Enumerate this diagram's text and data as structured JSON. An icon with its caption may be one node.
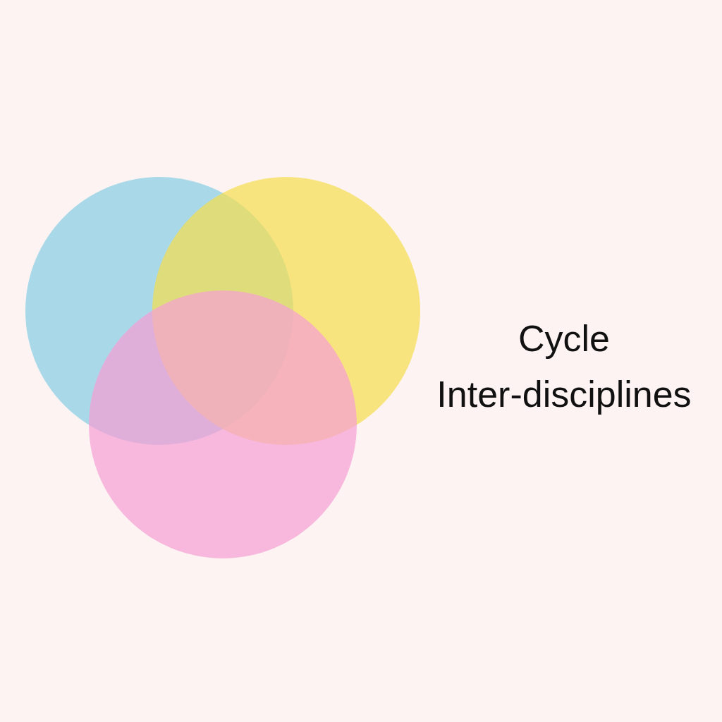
{
  "diagram": {
    "title": "Cycle Inter-disciplines",
    "nodes": [
      {
        "text": [],
        "shape": "circle"
      },
      {
        "text": [],
        "shape": "circle"
      },
      {
        "text": [],
        "shape": "circle"
      }
    ]
  }
}
